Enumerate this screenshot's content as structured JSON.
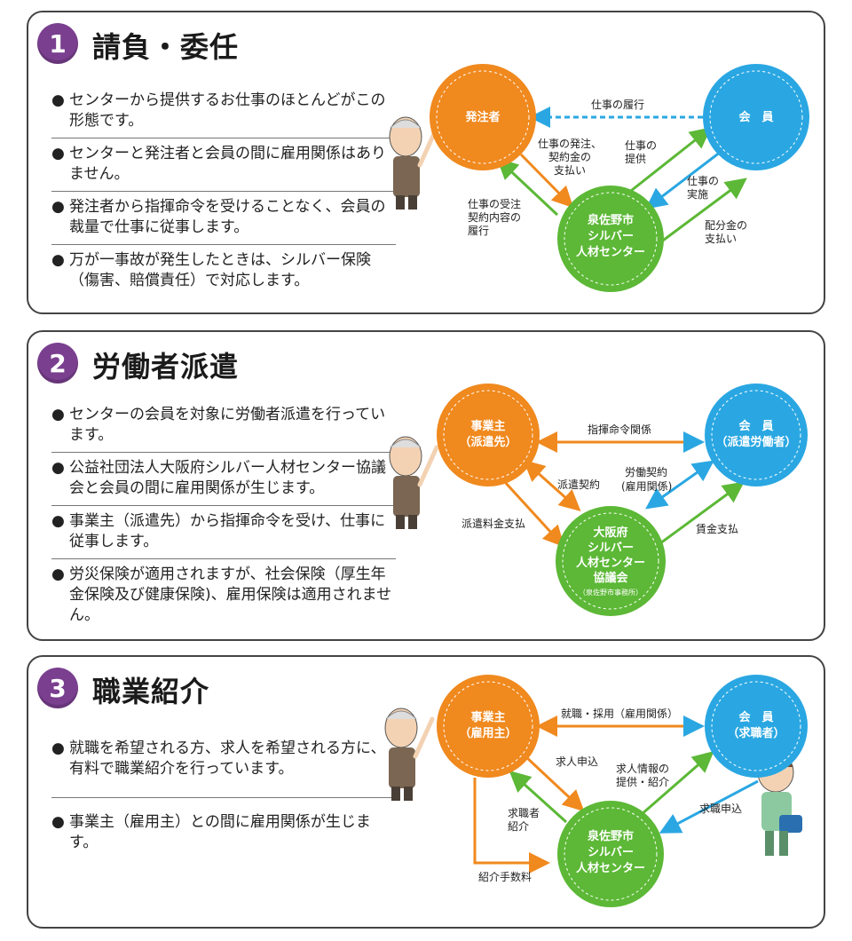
{
  "sections": [
    {
      "number": "1",
      "title": "請負・委任",
      "bullets": [
        "センターから提供するお仕事のほとんどがこの形態です。",
        "センターと発注者と会員の間に雇用関係はありません。",
        "発注者から指揮命令を受けることなく、会員の裁量で仕事に従事します。",
        "万が一事故が発生したときは、シルバー保険（傷害、賠償責任）で対応します。"
      ],
      "nodes": {
        "left": [
          "発注者"
        ],
        "right": [
          "会　員"
        ],
        "bottom": [
          "泉佐野市",
          "シルバー",
          "人材センター"
        ]
      },
      "labels": {
        "top": [
          "仕事の履行"
        ],
        "left_in": [
          "仕事の発注、",
          "契約金の",
          "支払い"
        ],
        "left_out": [
          "仕事の受注",
          "契約内容の",
          "履行"
        ],
        "right_in": [
          "仕事の",
          "提供"
        ],
        "right_mid": [
          "仕事の",
          "実施"
        ],
        "right_out": [
          "配分金の",
          "支払い"
        ]
      }
    },
    {
      "number": "2",
      "title": "労働者派遣",
      "bullets": [
        "センターの会員を対象に労働者派遣を行っています。",
        "公益社団法人大阪府シルバー人材センター協議会と会員の間に雇用関係が生じます。",
        "事業主（派遣先）から指揮命令を受け、仕事に従事します。",
        "労災保険が適用されますが、社会保険（厚生年金保険及び健康保険)、雇用保険は適用されません。"
      ],
      "nodes": {
        "left": [
          "事業主",
          "（派遣先）"
        ],
        "right": [
          "会　員",
          "（派遣労働者）"
        ],
        "bottom": [
          "大阪府",
          "シルバー",
          "人材センター",
          "協議会"
        ],
        "bottom_small": "（泉佐野市事務所）"
      },
      "labels": {
        "top": [
          "指揮命令関係"
        ],
        "left_in": [
          "派遣契約"
        ],
        "left_out": [
          "派遣料金支払"
        ],
        "right_in": [
          "労働契約",
          "(雇用関係)"
        ],
        "right_out": [
          "賃金支払"
        ]
      }
    },
    {
      "number": "3",
      "title": "職業紹介",
      "bullets": [
        "就職を希望される方、求人を希望される方に、有料で職業紹介を行っています。",
        "事業主（雇用主）との間に雇用関係が生じます。"
      ],
      "nodes": {
        "left": [
          "事業主",
          "（雇用主）"
        ],
        "right": [
          "会　員",
          "（求職者）"
        ],
        "bottom": [
          "泉佐野市",
          "シルバー",
          "人材センター"
        ]
      },
      "labels": {
        "top": [
          "就職・採用（雇用関係）"
        ],
        "left_in": [
          "求人申込"
        ],
        "left_out": [
          "求職者",
          "紹介"
        ],
        "fee": [
          "紹介手数料"
        ],
        "right_in": [
          "求人情報の",
          "提供・紹介"
        ],
        "right_out": [
          "求職申込"
        ]
      }
    }
  ],
  "colors": {
    "orange": "#f0891e",
    "blue": "#2aa7e2",
    "green": "#5cb836",
    "purple": "#7a3f8f"
  }
}
